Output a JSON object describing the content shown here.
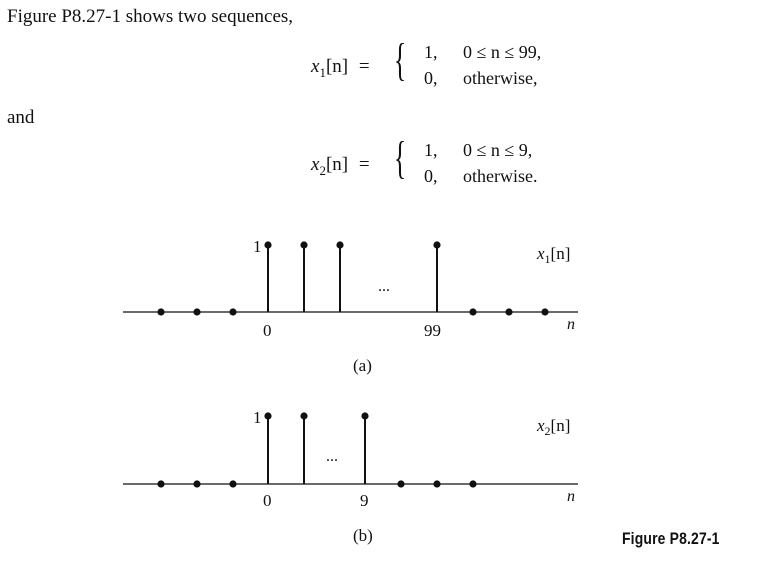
{
  "text": {
    "intro": "Figure P8.27-1 shows two sequences,",
    "and": "and"
  },
  "eq1": {
    "lhs_var": "x",
    "lhs_sub": "1",
    "lhs_arg": "[n]",
    "equals": "=",
    "case1_val": "1,",
    "case1_cond": "0 ≤ n ≤ 99,",
    "case2_val": "0,",
    "case2_cond": "otherwise,"
  },
  "eq2": {
    "lhs_var": "x",
    "lhs_sub": "2",
    "lhs_arg": "[n]",
    "equals": "=",
    "case1_val": "1,",
    "case1_cond": "0 ≤ n ≤ 9,",
    "case2_val": "0,",
    "case2_cond": "otherwise."
  },
  "figure": {
    "caption": "Figure P8.27-1",
    "panel_a": {
      "label": "(a)",
      "signal_var": "x",
      "signal_sub": "1",
      "signal_arg": "[n]",
      "axis_var": "n",
      "amplitude_label": "1",
      "ellipsis": "...",
      "tick_start": "0",
      "tick_end": "99"
    },
    "panel_b": {
      "label": "(b)",
      "signal_var": "x",
      "signal_sub": "2",
      "signal_arg": "[n]",
      "axis_var": "n",
      "amplitude_label": "1",
      "ellipsis": "...",
      "tick_start": "0",
      "tick_end": "9"
    }
  },
  "chart_data": [
    {
      "type": "stem",
      "series": [
        {
          "values_left_zeros": 3,
          "values_ones_shown": 4,
          "values_right_zeros": 3
        }
      ],
      "x_labels": [
        "0",
        "99"
      ],
      "ylim": [
        0,
        1
      ]
    },
    {
      "type": "stem",
      "series": [
        {
          "values_left_zeros": 3,
          "values_ones_shown": 3,
          "values_right_zeros": 3
        }
      ],
      "x_labels": [
        "0",
        "9"
      ],
      "ylim": [
        0,
        1
      ]
    }
  ]
}
